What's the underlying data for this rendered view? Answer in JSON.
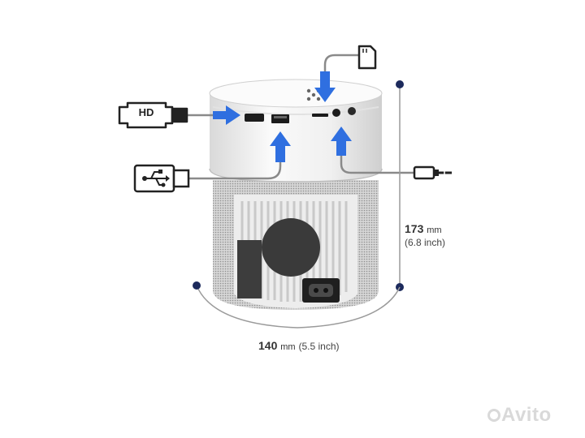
{
  "dimensions": {
    "height_value": "173",
    "height_unit": "mm",
    "height_inch": "(6.8 inch)",
    "width_value": "140",
    "width_unit": "mm",
    "width_inch": "(5.5 inch)"
  },
  "connectors": {
    "hdmi_label": "HD"
  },
  "watermark": "Avito",
  "colors": {
    "arrow_blue": "#2f6fe0",
    "marker_navy": "#1c2a5c",
    "line_gray": "#8a8a8a",
    "device_white": "#f2f2f2"
  },
  "icons": [
    "hdmi-cable-icon",
    "usb-cable-icon",
    "sd-card-icon",
    "audio-jack-icon"
  ]
}
